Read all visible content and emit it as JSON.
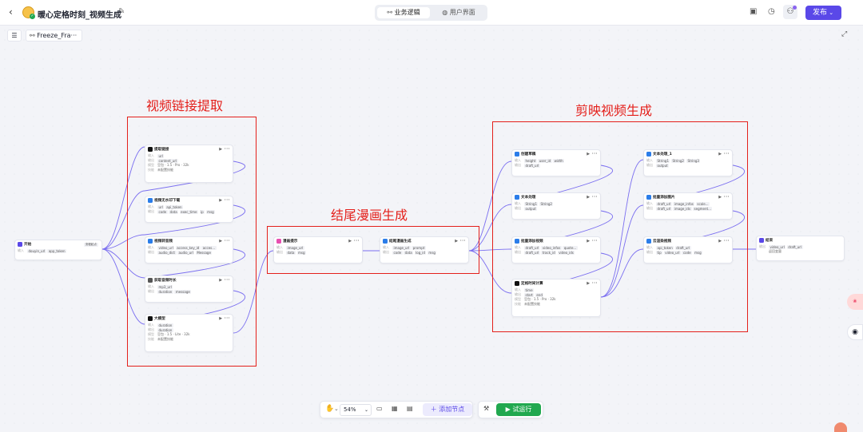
{
  "header": {
    "title": "暖心定格时刻_视频生成",
    "tabs": [
      "业务逻辑",
      "用户界面"
    ],
    "publish": "发布",
    "notify_dot": "#8a63f0"
  },
  "canvas": {
    "workflow_chip": "Freeze_Fra···"
  },
  "annotations": {
    "video_link": "视频链接提取",
    "ending_comic": "结尾漫画生成",
    "jianying": "剪映视频生成"
  },
  "row_labels": {
    "input": "输入",
    "output": "输出",
    "model": "模型",
    "skill": "技能",
    "none": "未配置技能"
  },
  "nodes": {
    "start": {
      "title": "开始",
      "tag": "流程起点",
      "inputs": [
        "douyin_url",
        "app_token"
      ]
    },
    "n1": {
      "title": "提取链接",
      "inputs": [
        "url"
      ],
      "outputs": [
        "content_url"
      ],
      "model": "豆包 · 1.5 · Pro · 32k",
      "skill": "未配置技能"
    },
    "n2": {
      "title": "视频无水印下载",
      "inputs": [
        "url",
        "api_token"
      ],
      "outputs": [
        "code",
        "data",
        "exec_time",
        "ip",
        "msg"
      ]
    },
    "n3": {
      "title": "视频转音频",
      "inputs": [
        "video_url",
        "access_key_id",
        "acces..."
      ],
      "outputs": [
        "audio_dict",
        "audio_url",
        "Message"
      ]
    },
    "n4": {
      "title": "获取音频时长",
      "inputs": [
        "mp3_url"
      ],
      "outputs": [
        "duration",
        "message"
      ]
    },
    "n5": {
      "title": "大模型",
      "inputs": [
        "duration"
      ],
      "outputs": [
        "duration"
      ],
      "model": "豆包 · 1.5 · Lite · 32k",
      "skill": "未配置技能"
    },
    "m1": {
      "title": "漫画提示",
      "inputs": [
        "image_url"
      ],
      "outputs": [
        "data",
        "msg"
      ]
    },
    "m2": {
      "title": "结尾漫画生成",
      "inputs": [
        "image_url",
        "prompt"
      ],
      "outputs": [
        "code",
        "data",
        "log_id",
        "msg"
      ]
    },
    "j1": {
      "title": "创建草稿",
      "inputs": [
        "height",
        "user_id",
        "width"
      ],
      "outputs": [
        "draft_url"
      ]
    },
    "j2": {
      "title": "文本处理",
      "inputs": [
        "String1",
        "String2"
      ],
      "outputs": [
        "output"
      ]
    },
    "j3": {
      "title": "批量添加视频",
      "inputs": [
        "draft_url",
        "video_infos",
        "quote..."
      ],
      "outputs": [
        "draft_url",
        "track_id",
        "video_ids"
      ]
    },
    "j4": {
      "title": "定格时间计算",
      "inputs": [
        "time"
      ],
      "outputs": [
        "start",
        "end"
      ],
      "model": "豆包 · 1.5 · Pro · 32k",
      "skill": "未配置技能"
    },
    "k1": {
      "title": "文本处理_1",
      "inputs": [
        "String1",
        "String2",
        "String3"
      ],
      "outputs": [
        "output"
      ]
    },
    "k2": {
      "title": "批量添加图片",
      "inputs": [
        "draft_url",
        "image_infos",
        "scale..."
      ],
      "outputs": [
        "draft_url",
        "image_ids",
        "segment..."
      ]
    },
    "k3": {
      "title": "云渲染视频",
      "inputs": [
        "api_token",
        "draft_url"
      ],
      "outputs": [
        "tip",
        "video_url",
        "code",
        "msg"
      ]
    },
    "end": {
      "title": "结束",
      "outputs": [
        "video_url",
        "draft_url"
      ],
      "reply": "返回变量"
    }
  },
  "bottom_toolbar": {
    "zoom": "54%",
    "add_node": "添加节点",
    "run": "试运行"
  },
  "colors": {
    "accent": "#5a48e8",
    "run": "#21a84f",
    "annotation": "#e4201b",
    "edge": "#7b6ff0"
  }
}
